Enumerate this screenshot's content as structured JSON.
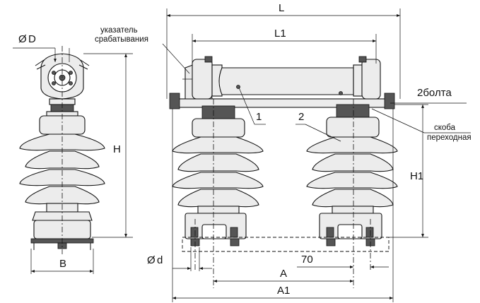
{
  "labels": {
    "dim_L": "L",
    "dim_L1": "L1",
    "dim_D": "D",
    "dim_H": "H",
    "dim_H1": "H1",
    "dim_B": "B",
    "dim_d": "d",
    "dim_A": "A",
    "dim_A1": "A1",
    "dim_70": "70",
    "diameter_symbol": "Ø",
    "indicator_line1": "указатель",
    "indicator_line2": "срабатывания",
    "bolts": "2болта",
    "bracket_line1": "скоба",
    "bracket_line2": "переходная",
    "part_1": "1",
    "part_2": "2"
  }
}
